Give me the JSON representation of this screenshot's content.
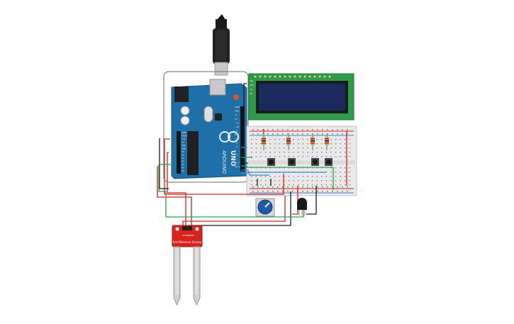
{
  "colors": {
    "arduino_board": "#1f6fa8",
    "lcd_bezel": "#2e9b4a",
    "lcd_screen": "#1b2a5c",
    "sensor_board": "#d6241c",
    "breadboard": "#e9e9e9",
    "wire_red": "#d8211a",
    "wire_black": "#1a1a1a",
    "wire_green": "#2ca24a",
    "wire_blue": "#3f86c9"
  },
  "arduino": {
    "brand": "ARDUINO",
    "model": "UNO",
    "header_labels": [
      "AREF",
      "GND",
      "13",
      "12",
      "~11",
      "~10",
      "~9",
      "8",
      "7",
      "~6",
      "~5",
      "4",
      "~3",
      "2",
      "TX 1",
      "RX 0"
    ],
    "power_labels": [
      "IOREF",
      "RESET",
      "3.3V",
      "5V",
      "GND",
      "GND",
      "Vin"
    ],
    "analog_labels": [
      "A0",
      "A1",
      "A2",
      "A3",
      "A4",
      "A5"
    ]
  },
  "lcd": {
    "pin_labels": [
      "VSS",
      "VDD",
      "V0",
      "RS"
    ]
  },
  "sensor": {
    "label": "Soil Moisture Sensor",
    "pin_labels": [
      "VCC",
      "GND",
      "SIG"
    ]
  },
  "icons": {
    "usb_cable": "usb-cable-icon",
    "potentiometer": "potentiometer-icon",
    "temp_sensor": "temperature-sensor-icon"
  }
}
